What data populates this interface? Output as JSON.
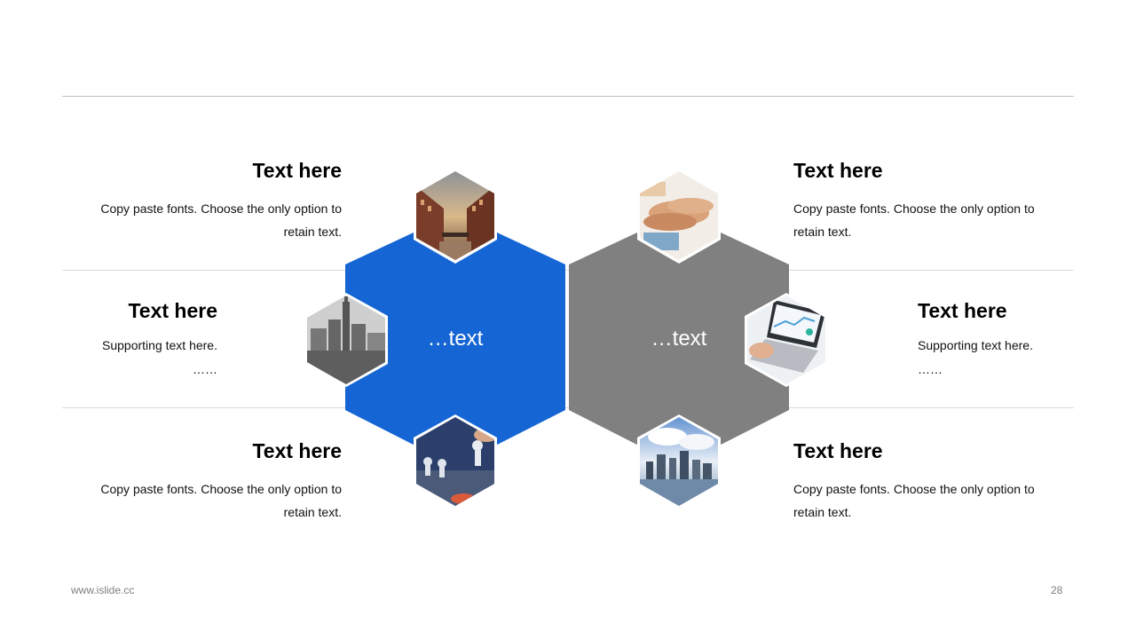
{
  "blocks": {
    "top_left": {
      "title": "Text here",
      "body": "Copy paste fonts. Choose the only option to retain text."
    },
    "mid_left": {
      "title": "Text here",
      "body_line1": "Supporting text here.",
      "body_line2": "……"
    },
    "bottom_left": {
      "title": "Text here",
      "body": "Copy paste fonts. Choose the only option to retain text."
    },
    "top_right": {
      "title": "Text here",
      "body": "Copy paste fonts. Choose the only option to retain text."
    },
    "mid_right": {
      "title": "Text here",
      "body_line1": "Supporting text here.",
      "body_line2": "……"
    },
    "bottom_right": {
      "title": "Text here",
      "body": "Copy paste fonts. Choose the only option to retain text."
    }
  },
  "hexagons": {
    "left_label": "…text",
    "right_label": "…text",
    "left_color": "#1565d4",
    "right_color": "#808080"
  },
  "photos": [
    "warehouse-canal-photo",
    "hands-teamwork-photo",
    "city-skyline-bw-photo",
    "laptop-chart-photo",
    "chess-pieces-photo",
    "city-waterfront-photo"
  ],
  "footer": {
    "website": "www.islide.cc",
    "page_number": "28"
  }
}
